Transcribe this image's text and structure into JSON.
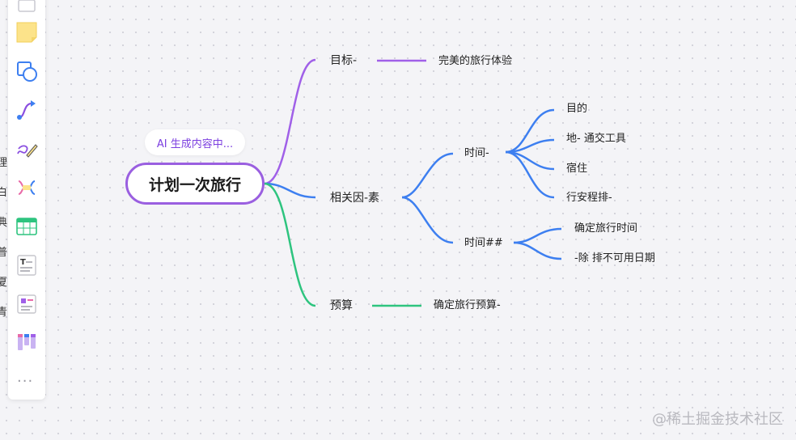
{
  "left_edge_chars": [
    "理",
    "白",
    "典",
    "普",
    "夏",
    "青"
  ],
  "toolbar": {
    "tools": [
      {
        "name": "text-frame-tool",
        "icon": "frame-icon"
      },
      {
        "name": "sticky-note-tool",
        "icon": "sticky-note-icon"
      },
      {
        "name": "shape-tool",
        "icon": "shape-icon"
      },
      {
        "name": "connector-tool",
        "icon": "connector-icon"
      },
      {
        "name": "pen-tool",
        "icon": "pen-icon"
      },
      {
        "name": "mindmap-tool",
        "icon": "mindmap-icon"
      },
      {
        "name": "table-tool",
        "icon": "table-icon"
      },
      {
        "name": "text-tool",
        "icon": "text-icon"
      },
      {
        "name": "template-tool",
        "icon": "template-icon"
      },
      {
        "name": "kanban-tool",
        "icon": "kanban-icon"
      }
    ],
    "more": "..."
  },
  "mindmap": {
    "ai_status": "AI 生成内容中...",
    "root": "计划一次旅行",
    "branches": [
      {
        "label": "目标-",
        "color": "#a060e8",
        "children": [
          "完美的旅行体验"
        ]
      },
      {
        "label": "相关因-素",
        "color": "#3d7ff0",
        "children": [
          {
            "label": "时间-",
            "children": [
              "目的",
              "地- 通交工具",
              "宿住",
              "行安程排-"
            ]
          },
          {
            "label": "时间##",
            "children": [
              "确定旅行时间",
              "-除 排不可用日期"
            ]
          }
        ]
      },
      {
        "label": "预算",
        "color": "#2ec47f",
        "children": [
          "确定旅行预算-"
        ]
      }
    ]
  },
  "watermark": "@稀土掘金技术社区",
  "colors": {
    "purple": "#a060e8",
    "blue": "#3d7ff0",
    "green": "#2ec47f",
    "root_border": "#9a5fe0"
  }
}
